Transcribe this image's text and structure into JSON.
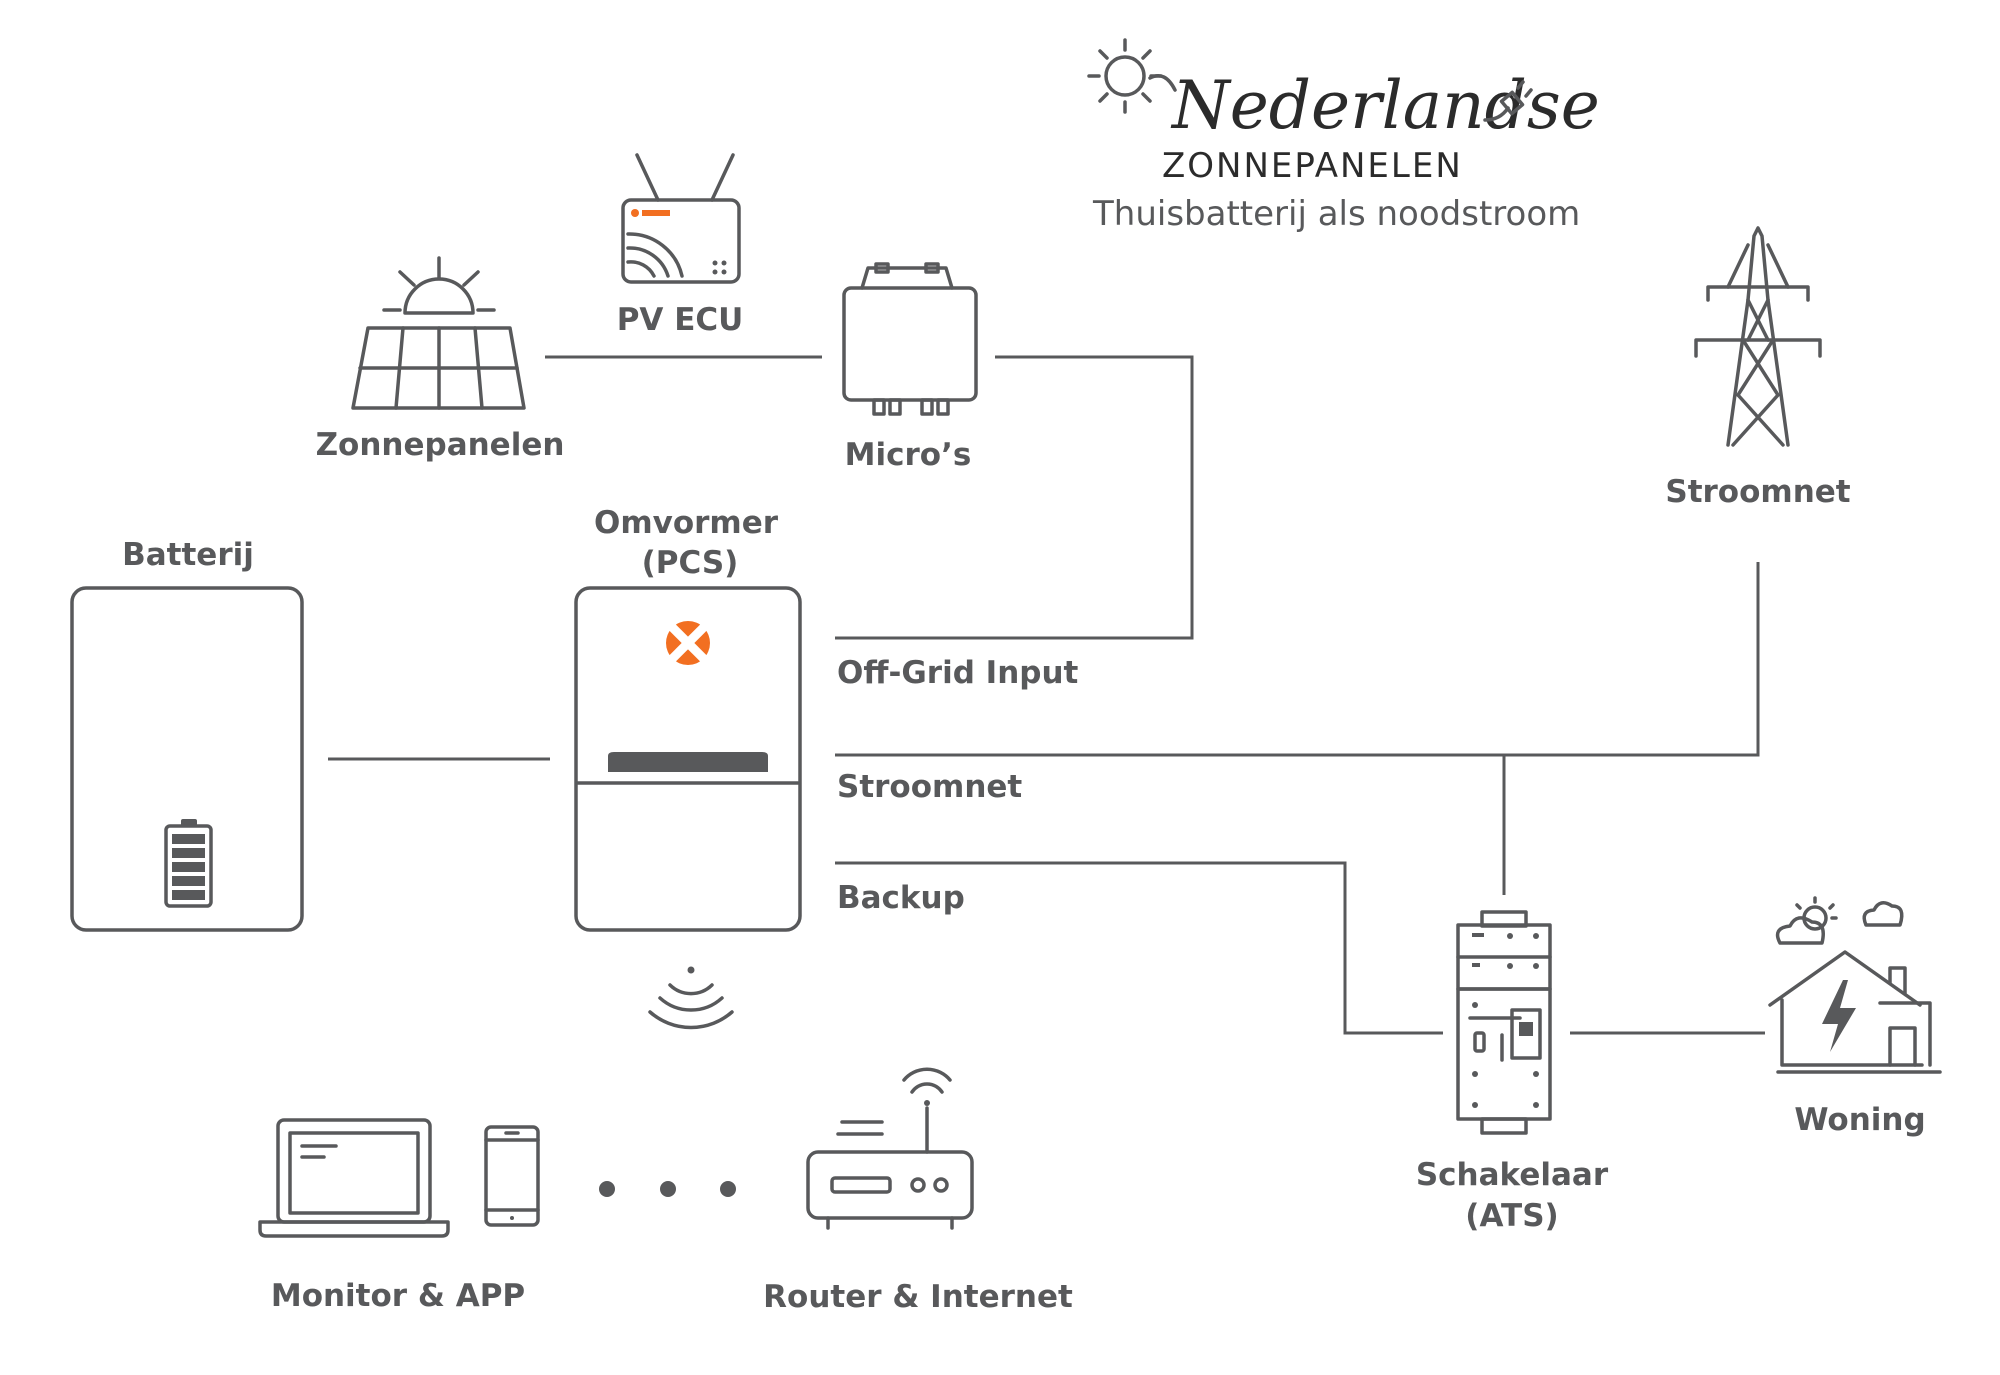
{
  "logo": {
    "script": "Nederlandse",
    "caps": "ZONNEPANELEN",
    "subtitle": "Thuisbatterij als noodstroom"
  },
  "labels": {
    "zonnepanelen": "Zonnepanelen",
    "pv_ecu": "PV ECU",
    "micros": "Micro’s",
    "stroomnet_grid": "Stroomnet",
    "batterij": "Batterij",
    "omvormer_line1": "Omvormer",
    "omvormer_line2": "(PCS)",
    "off_grid_input": "Off-Grid Input",
    "stroomnet_port": "Stroomnet",
    "backup": "Backup",
    "schakelaar_line1": "Schakelaar",
    "schakelaar_line2": "(ATS)",
    "woning": "Woning",
    "monitor_app": "Monitor & APP",
    "router_internet": "Router & Internet"
  },
  "icons": [
    "sun-icon",
    "solar-panel-icon",
    "ecu-router-icon",
    "microinverter-icon",
    "power-tower-icon",
    "battery-icon",
    "inverter-icon",
    "wifi-signal-icon",
    "ats-switch-icon",
    "house-icon",
    "cloud-icon",
    "laptop-icon",
    "phone-icon",
    "router-icon",
    "power-plug-icon"
  ],
  "colors": {
    "line": "#58595b",
    "text": "#58595b",
    "accent": "#f26f21",
    "logo": "#2b2b2b"
  }
}
